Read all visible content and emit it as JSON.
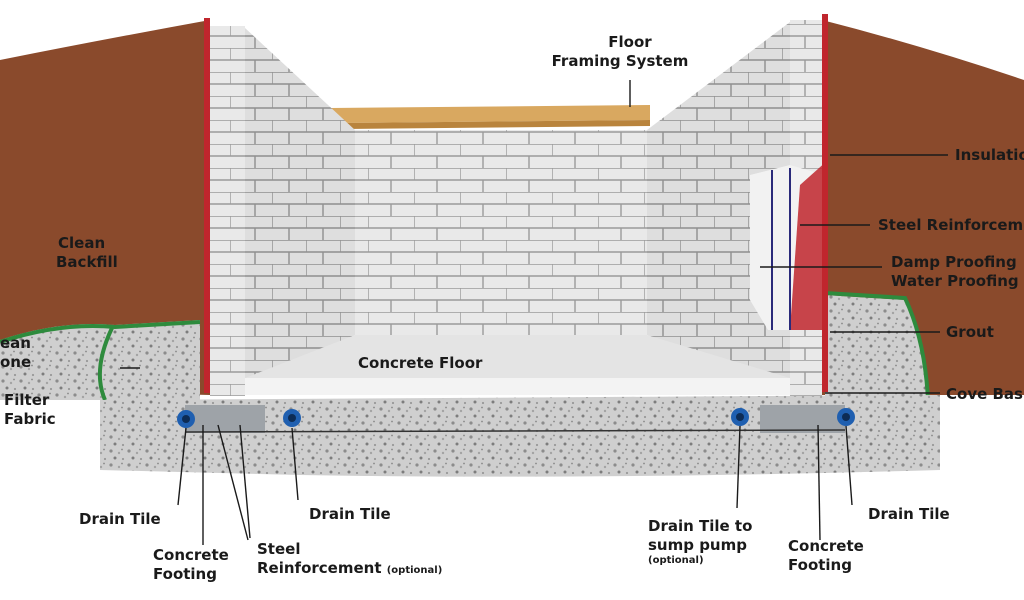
{
  "labels": {
    "floor_framing_1": "Floor",
    "floor_framing_2": "Framing System",
    "insulation": "Insulatio",
    "steel_reinforcement_right": "Steel Reinforcem",
    "damp_proofing": "Damp Proofing",
    "water_proofing": "Water Proofing",
    "grout": "Grout",
    "cove_base": "Cove Bas",
    "clean_backfill_1": "Clean",
    "clean_backfill_2": "Backfill",
    "clean_stone_1": "ean",
    "clean_stone_2": "one",
    "filter_fabric_1": "Filter",
    "filter_fabric_2": "Fabric",
    "concrete_floor": "Concrete Floor",
    "drain_tile_left": "Drain Tile",
    "drain_tile_mid": "Drain Tile",
    "drain_tile_right": "Drain Tile",
    "concrete_footing_left_1": "Concrete",
    "concrete_footing_left_2": "Footing",
    "steel_reinforcement_bottom_1": "Steel",
    "steel_reinforcement_bottom_2": "Reinforcement",
    "optional_1": "(optional)",
    "drain_sump_1": "Drain Tile to",
    "drain_sump_2": "sump pump",
    "optional_2": "(optional)",
    "concrete_footing_right_1": "Concrete",
    "concrete_footing_right_2": "Footing"
  },
  "colors": {
    "soil": "#8a4a2c",
    "gravel": "#c9c9c9",
    "block_face": "#e6e6e6",
    "mortar": "#9a9a9a",
    "wood": "#d9a860",
    "red_membrane": "#c0262d",
    "filter_fabric": "#2e8b3d",
    "drain_pipe": "#1f5fb0"
  }
}
